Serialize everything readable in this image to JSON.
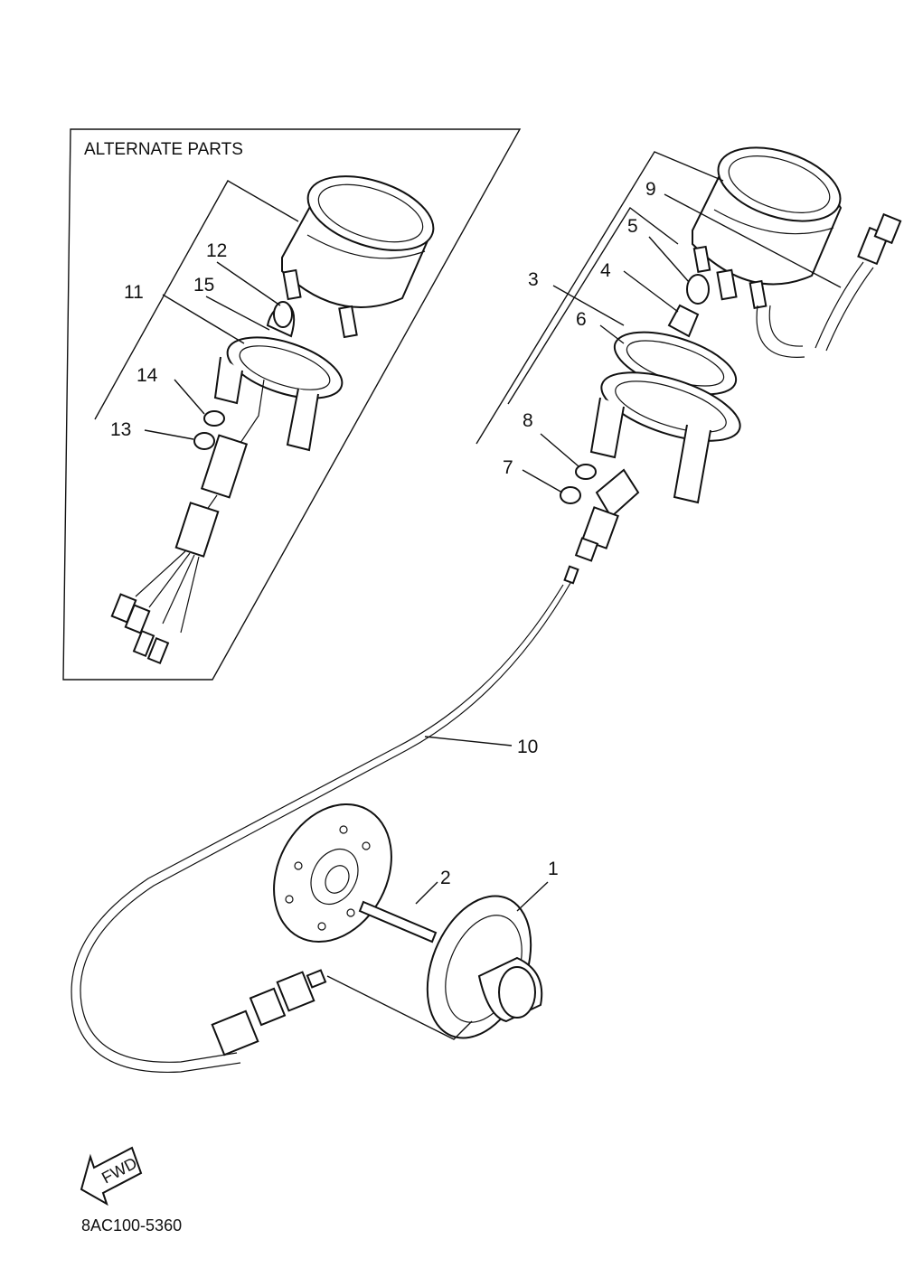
{
  "alternate_box": {
    "caption": "ALTERNATE PARTS"
  },
  "callouts": [
    {
      "id": "c1",
      "text": "1"
    },
    {
      "id": "c2",
      "text": "2"
    },
    {
      "id": "c3",
      "text": "3"
    },
    {
      "id": "c4",
      "text": "4"
    },
    {
      "id": "c5",
      "text": "5"
    },
    {
      "id": "c6",
      "text": "6"
    },
    {
      "id": "c7",
      "text": "7"
    },
    {
      "id": "c8",
      "text": "8"
    },
    {
      "id": "c9",
      "text": "9"
    },
    {
      "id": "c10",
      "text": "10"
    },
    {
      "id": "c11",
      "text": "11"
    },
    {
      "id": "c12",
      "text": "12"
    },
    {
      "id": "c13",
      "text": "13"
    },
    {
      "id": "c14",
      "text": "14"
    },
    {
      "id": "c15",
      "text": "15"
    }
  ],
  "fwd_arrow": {
    "label": "FWD"
  },
  "diagram_code": "8AC100-5360"
}
